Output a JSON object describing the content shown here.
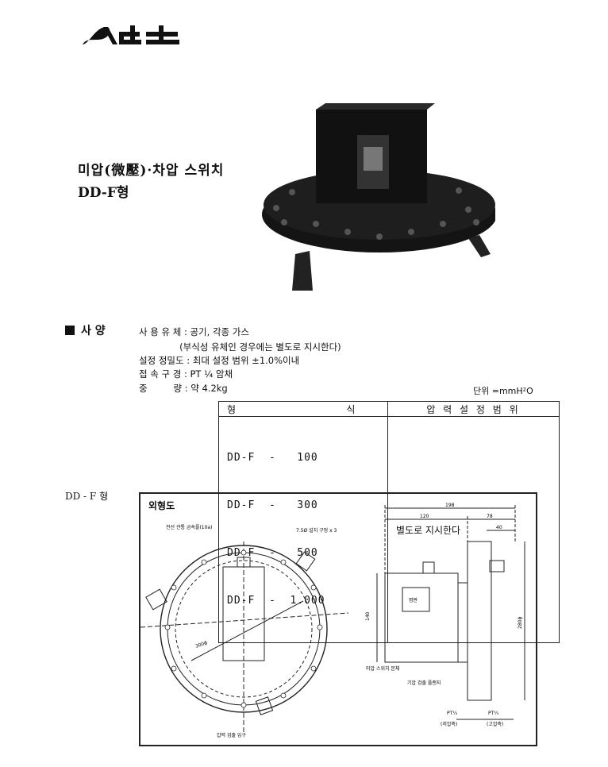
{
  "brand": {
    "logo_text": "Act"
  },
  "product": {
    "title": "미압(微壓)·차압 스위치",
    "model": "DD-F형"
  },
  "spec": {
    "heading": "사 양",
    "rows": [
      "사 용 유 체 : 공기, 각종 가스",
      "              (부식성 유체인 경우에는 별도로 지시한다)",
      "설정 정밀도 : 최대 설정 범위 ±1.0%이내",
      "접 속 구 경 : PT ¼ 암채",
      "중         량 : 약 4.2kg"
    ],
    "unit": "단위 =mmH²O"
  },
  "table": {
    "col1": "형                    식",
    "col2": "압 력 설 정 범 위",
    "models": [
      "DD-F  -   100",
      "DD-F  -   300",
      "DD-F  -   500",
      "DD-F  -  1.000"
    ],
    "range": "별도로 지시한다"
  },
  "drawing": {
    "section_label": "DD - F 형",
    "title": "외형도",
    "labels": {
      "conduit": "전선 관통 금속플(10a)",
      "holes": "7.5Ø 설치 구멍 x 3",
      "diameter": "300ϕ",
      "inlet": "압력 검출 입구",
      "dim198": "198",
      "dim120": "120",
      "dim78": "78",
      "dim40": "40",
      "dim140": "140",
      "dim280": "280ϕ",
      "nameplate": "명판",
      "body": "미압 스위치 본체",
      "flange": "기압 검출 플랜지",
      "pt_low": "PT¼",
      "pt_low_note": "(저압측)",
      "pt_high": "PT¼",
      "pt_high_note": "(고압측)"
    }
  }
}
